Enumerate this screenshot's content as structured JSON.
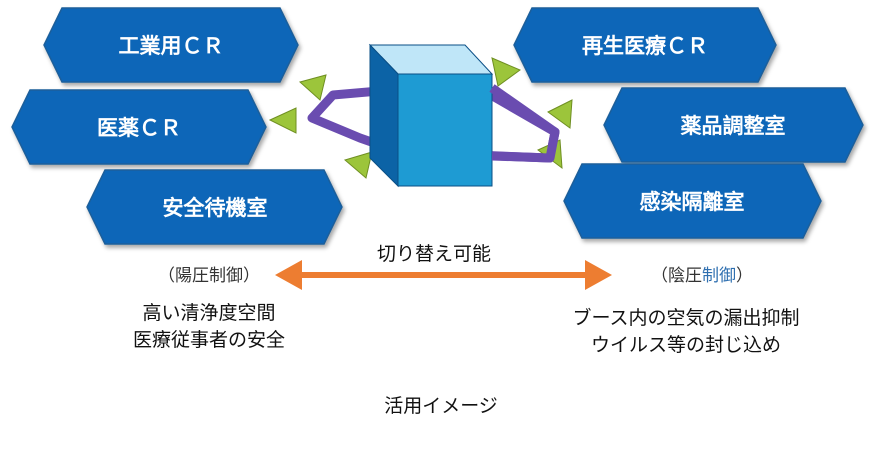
{
  "rooms_left": [
    {
      "label": "工業用ＣＲ"
    },
    {
      "label": "医薬ＣＲ"
    },
    {
      "label": "安全待機室"
    }
  ],
  "rooms_right": [
    {
      "label": "再生医療ＣＲ"
    },
    {
      "label": "薬品調整室"
    },
    {
      "label": "感染隔離室"
    }
  ],
  "switch_label": "切り替え可能",
  "positive": {
    "open": "（",
    "label": "陽圧制御",
    "close": "）",
    "lines": [
      "高い清浄度空間",
      "医療従事者の安全"
    ]
  },
  "negative": {
    "open": "（",
    "label_a": "陰圧",
    "label_b": "制御",
    "close": "）",
    "lines": [
      "ブース内の空気の漏出抑制",
      "ウイルス等の封じ込め"
    ]
  },
  "caption": "活用イメージ",
  "colors": {
    "hex_fill": "#0a66b8",
    "hex_stroke": "#1d5e9a",
    "cube_front": "#1e9bd3",
    "cube_top": "#bfe6f8",
    "cube_side": "#0c63a6",
    "path": "#6a4cb0",
    "marker": "#9cc53b",
    "arrow": "#ed7d31"
  }
}
